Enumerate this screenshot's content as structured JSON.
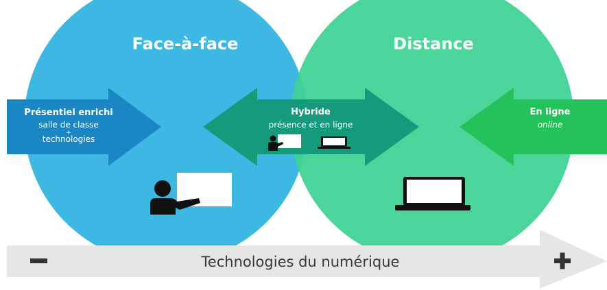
{
  "circles": {
    "face_to_face": {
      "title": "Face-à-face",
      "color": "#3db8e3"
    },
    "distance": {
      "title": "Distance",
      "color": "#3ed293"
    }
  },
  "arrows": {
    "presentiel": {
      "title": "Présentiel enrichi",
      "line1": "salle de classe",
      "plus": "+",
      "line2": "technologies",
      "color": "#1a87c4"
    },
    "hybride": {
      "title": "Hybride",
      "subtitle": "présence et en ligne",
      "color": "#159a7b"
    },
    "en_ligne": {
      "title": "En ligne",
      "subtitle": "online",
      "color": "#24c25a"
    }
  },
  "icons": [
    "teacher-board-icon",
    "laptop-icon",
    "small-teacher-board-icon",
    "small-laptop-icon",
    "minus-icon",
    "plus-icon"
  ],
  "axis": {
    "label": "Technologies du numérique",
    "color": "#e6e6e6"
  }
}
